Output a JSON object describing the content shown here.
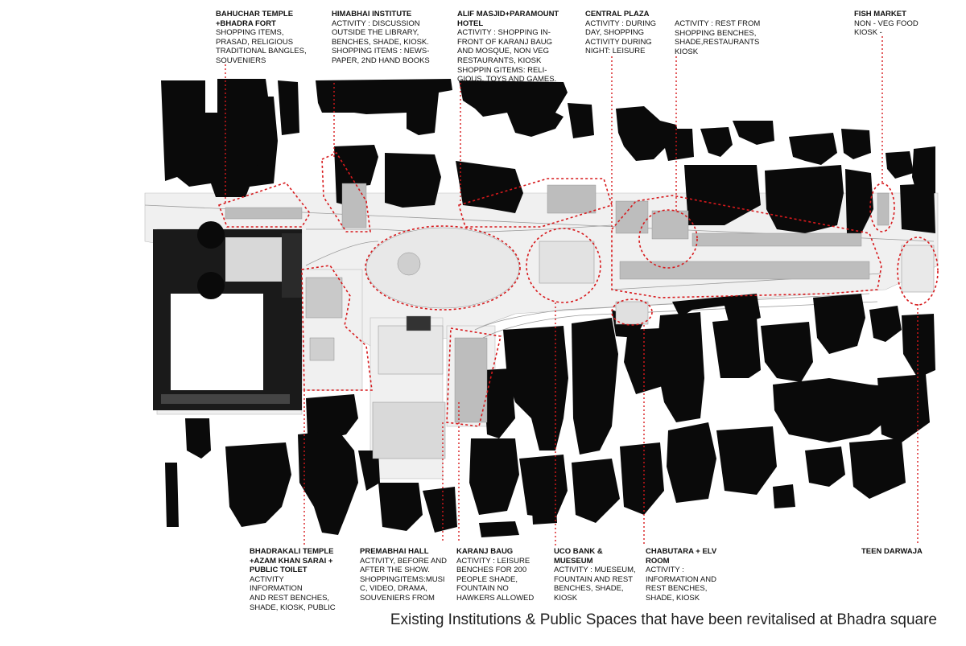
{
  "caption": "Existing Institutions & Public Spaces that have been revitalised at Bhadra square",
  "accent_color": "#d7191c",
  "labels": {
    "bahuchar": {
      "title": "BAHUCHAR TEMPLE\n+BHADRA FORT",
      "text": "SHOPPING ITEMS,\nPRASAD, RELIGIOUS\nTRADITIONAL BANGLES,\nSOUVENIERS"
    },
    "himabhai": {
      "title": "HIMABHAI INSTITUTE",
      "text": "ACTIVITY : DISCUSSION\nOUTSIDE THE LIBRARY,\nBENCHES, SHADE, KIOSK.\nSHOPPING ITEMS : NEWS-\nPAPER, 2ND HAND BOOKS"
    },
    "alif": {
      "title": "ALIF MASJID+PARAMOUNT\nHOTEL",
      "text": "ACTIVITY : SHOPPING IN-\nFRONT OF KARANJ BAUG\nAND MOSQUE, NON VEG\nRESTAURANTS, KIOSK\nSHOPPIN GITEMS: RELI-\nGIOUS, TOYS AND GAMES."
    },
    "central": {
      "title": "CENTRAL PLAZA",
      "text": "ACTIVITY : DURING\nDAY, SHOPPING\nACTIVITY DURING\nNIGHT: LEISURE"
    },
    "rest": {
      "title": "",
      "text": "ACTIVITY : REST FROM\nSHOPPING BENCHES,\nSHADE,RESTAURANTS\nKIOSK"
    },
    "fish": {
      "title": "FISH MARKET",
      "text": "NON - VEG FOOD\nKIOSK -"
    },
    "bhadrakali": {
      "title": "BHADRAKALI TEMPLE\n+AZAM KHAN SARAI +\nPUBLIC TOILET",
      "text": "ACTIVITY INFORMATION\nAND REST BENCHES,\nSHADE, KIOSK, PUBLIC"
    },
    "premabhai": {
      "title": "PREMABHAI HALL",
      "text": "ACTIVITY, BEFORE AND\nAFTER THE SHOW.\nSHOPPINGITEMS:MUSI\nC, VIDEO, DRAMA,\nSOUVENIERS FROM"
    },
    "karanj": {
      "title": "KARANJ BAUG",
      "text": "ACTIVITY : LEISURE\nBENCHES FOR 200\nPEOPLE SHADE,\nFOUNTAIN NO\nHAWKERS ALLOWED"
    },
    "uco": {
      "title": "UCO BANK &\nMUESEUM",
      "text": "ACTIVITY : MUESEUM,\nFOUNTAIN AND REST\nBENCHES, SHADE,\nKIOSK"
    },
    "chabutara": {
      "title": "CHABUTARA + ELV\nROOM",
      "text": "ACTIVITY :\nINFORMATION AND\nREST BENCHES,\nSHADE, KIOSK"
    },
    "teen": {
      "title": "TEEN DARWAJA",
      "text": ""
    }
  }
}
